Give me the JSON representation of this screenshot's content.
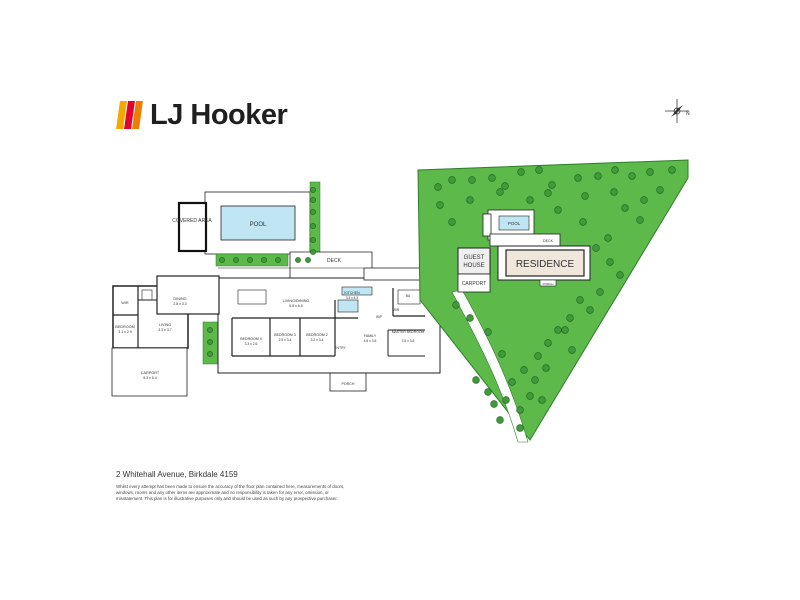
{
  "brand": {
    "name": "LJ Hooker",
    "bar_colors": [
      "#f5a800",
      "#e4032e",
      "#f07d00"
    ]
  },
  "compass": {
    "label": "N"
  },
  "floor_plan": {
    "rooms": {
      "covered_area": "COVERED AREA",
      "pool": "POOL",
      "deck": "DECK",
      "wir": "WIR",
      "dining": "DINING",
      "dining_dim": "2.8 x 3.3",
      "bedroom": "BEDROOM",
      "bedroom_dim": "3.1 x 2.9",
      "living": "LIVING",
      "living_dim": "3.3 x 3.7",
      "carport": "CARPORT",
      "carport_dim": "9.3 x 5.4",
      "living_dining": "LIVING/DINING",
      "living_dining_dim": "5.5 x 6.5",
      "kitchen": "KITCHEN",
      "kitchen_dim": "3.5 x 4.3",
      "bedroom4": "BEDROOM 4",
      "bedroom4_dim": "3.3 x 2.6",
      "bedroom3": "BEDROOM 3",
      "bedroom3_dim": "2.9 x 3.4",
      "bedroom2": "BEDROOM 2",
      "bedroom2_dim": "3.2 x 3.4",
      "family": "FAMILY",
      "family_dim": "4.6 x 3.5",
      "master_bedroom": "MASTER BEDROOM",
      "master_bedroom_dim": "3.5 x 3.8",
      "wir2": "WIR",
      "wip": "WIP",
      "entry": "ENTRY",
      "porch": "PORCH",
      "bath": "BA"
    }
  },
  "site_plan": {
    "pool": "POOL",
    "deck": "DECK",
    "guest_house_line1": "GUEST",
    "guest_house_line2": "HOUSE",
    "residence": "RESIDENCE",
    "carport": "CARPORT",
    "porch": "PORCH"
  },
  "address": "2 Whitehall Avenue, Birkdale 4159",
  "disclaimer": "Whilst every attempt has been made to ensure the accuracy of the floor plan contained here, measurements of doors, windows, rooms and any other items are approximate and no responsibility is taken for any error, omission, or misstatement. This plan is for illustrative purposes only and should be used as such by any prospective purchaser.",
  "colors": {
    "lawn": "#5cb94a",
    "lawn_stroke": "#2e7d2a",
    "tree": "#3f9a38",
    "tree_stroke": "#1f5e1c",
    "pool": "#bfe6f2",
    "wall": "#222222"
  }
}
